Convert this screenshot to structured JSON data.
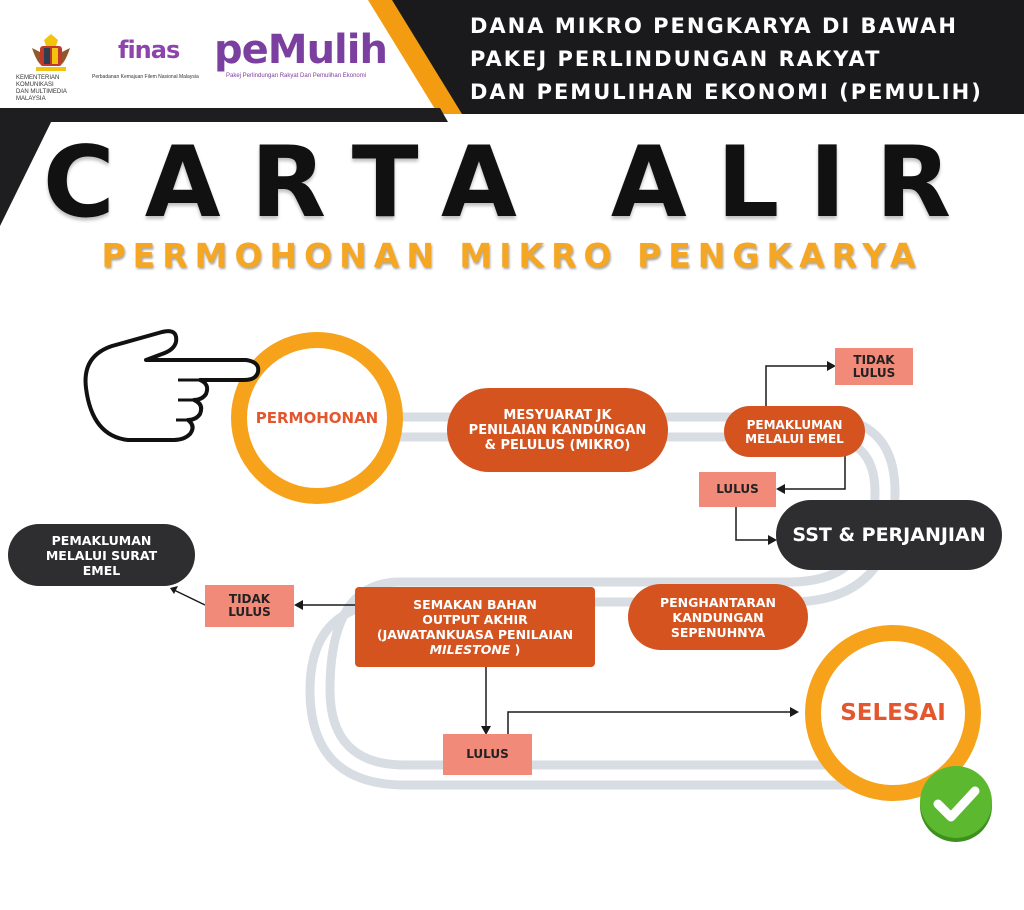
{
  "header": {
    "title_lines": [
      "DANA MIKRO PENGKARYA DI BAWAH",
      "PAKEJ PERLINDUNGAN RAKYAT",
      "DAN PEMULIHAN EKONOMI (PEMULIH)"
    ],
    "logos": {
      "ministry_line1": "KEMENTERIAN KOMUNIKASI",
      "ministry_line2": "DAN MULTIMEDIA MALAYSIA",
      "finas_name": "finas",
      "finas_sub": "Perbadanan Kemajuan Filem Nasional Malaysia",
      "pemulih_name": "peMulih",
      "pemulih_sub": "Pakej Perlindungan Rakyat Dan Pemulihan Ekonomi"
    }
  },
  "title": "CARTA ALIR",
  "subtitle": "PERMOHONAN MIKRO PENGKARYA",
  "nodes": {
    "start": "PERMOHONAN",
    "meeting": "MESYUARAT JK PENILAIAN KANDUNGAN & PELULUS (MIKRO)",
    "notify_email": "PEMAKLUMAN MELALUI EMEL",
    "not_approved_1": "TIDAK LULUS",
    "approved_1": "LULUS",
    "sst": "SST & PERJANJIAN",
    "full_submission": "PENGHANTARAN KANDUNGAN SEPENUHNYA",
    "review_line1": "SEMAKAN BAHAN",
    "review_line2": "OUTPUT AKHIR",
    "review_line3": "(JAWATANKUASA PENILAIAN",
    "review_line4": "MILESTONE",
    "review_line4_end": " )",
    "not_approved_2": "TIDAK LULUS",
    "notify_letter": "PEMAKLUMAN MELALUI SURAT EMEL",
    "approved_2": "LULUS",
    "end": "SELESAI"
  },
  "icons": [
    "pointing-hand-icon",
    "check-icon",
    "crest-icon",
    "finas-logo-icon"
  ],
  "colors": {
    "orange": "#d4531f",
    "ring": "#f7a21b",
    "dark": "#2e2e30",
    "pink": "#f28a7a",
    "track": "#d7dde3",
    "accent_text": "#e4572e",
    "check_green": "#5cb82e"
  }
}
